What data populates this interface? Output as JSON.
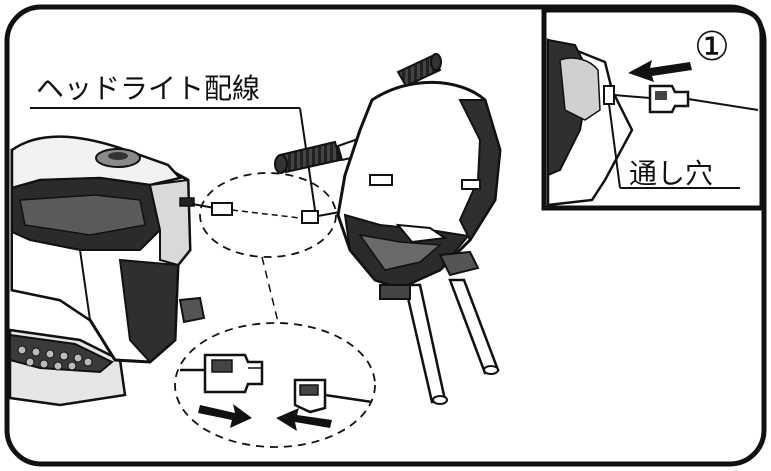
{
  "labels": {
    "headlight_wiring": "ヘッドライト配線",
    "step_number": "①",
    "through_hole": "通し穴"
  },
  "colors": {
    "ink": "#111111",
    "paper": "#ffffff",
    "shade_dark": "#3a3a3a",
    "shade_mid": "#8a8a8a",
    "shade_light": "#d9d9d9"
  }
}
